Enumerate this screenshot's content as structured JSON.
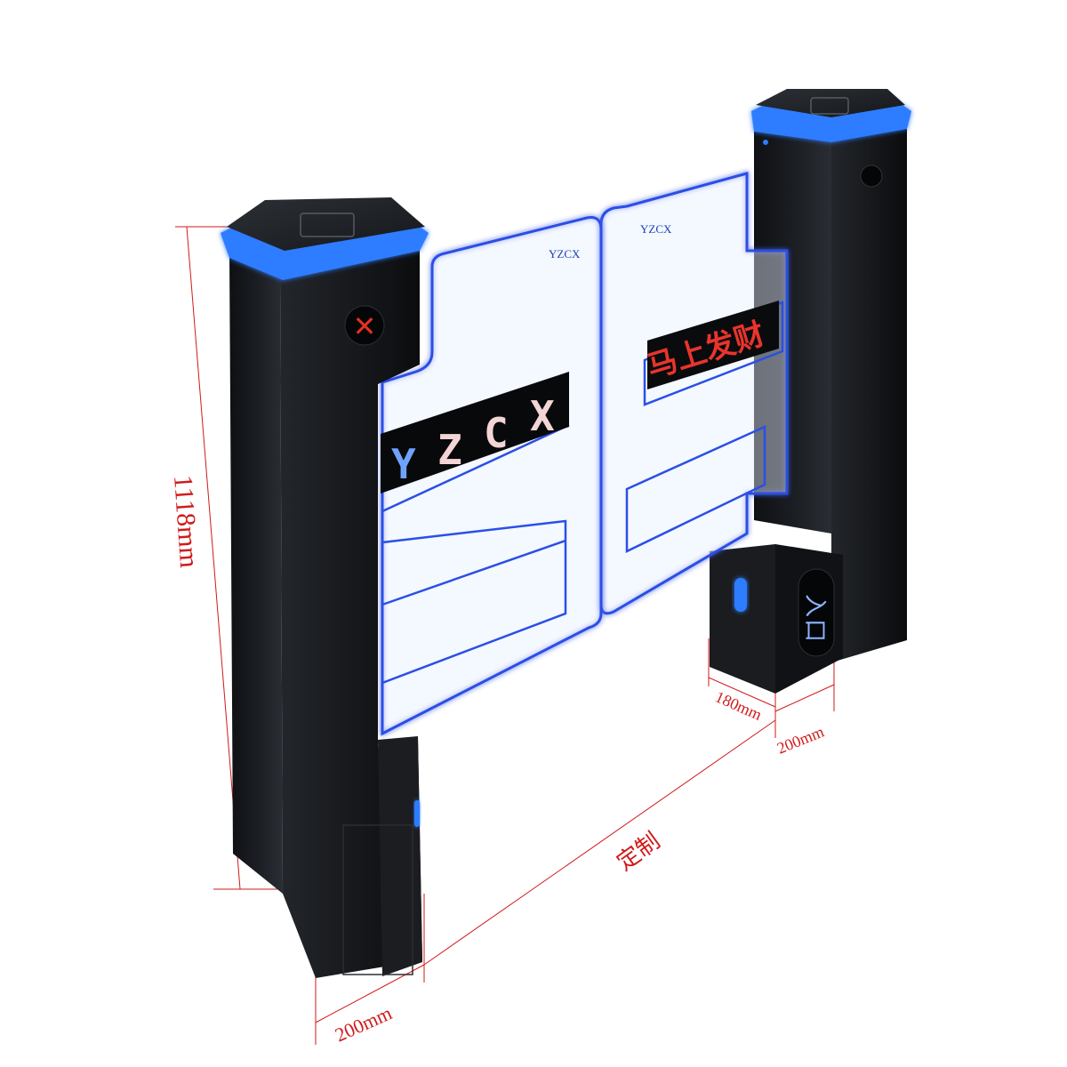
{
  "dimensions": {
    "height": "1118mm",
    "base_width_left": "200mm",
    "base_width_right": "200mm",
    "base_depth_right": "180mm",
    "passage_width": "定制"
  },
  "left_gate": {
    "brand_mark": "YZCX",
    "led_display": [
      "Y",
      "Z",
      "C",
      "X"
    ],
    "status_symbol": "✕"
  },
  "right_gate": {
    "brand_mark": "YZCX",
    "led_display": "马上发财",
    "direction_label": "入口"
  },
  "colors": {
    "dimension_lines": "#d11a1a",
    "pillar_body": "#17191d",
    "accent_glow": "#2f7bff",
    "glass_edge": "#2a4fe6"
  }
}
